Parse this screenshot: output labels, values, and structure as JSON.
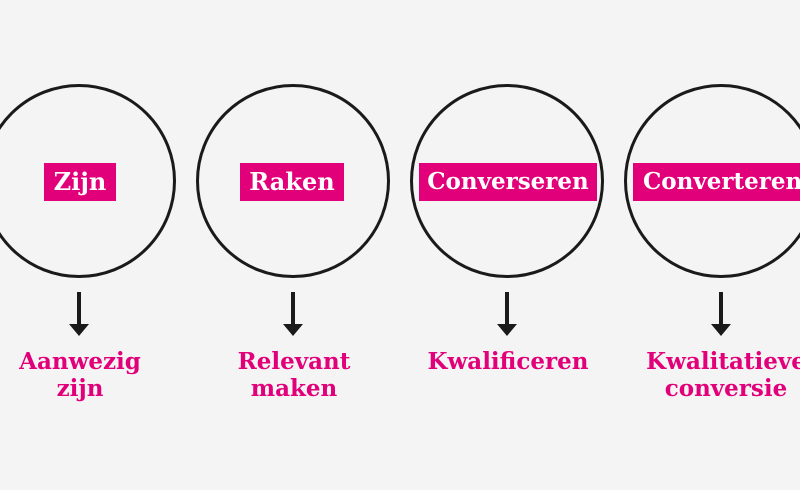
{
  "stages": [
    {
      "tag": "Zijn",
      "result_line1": "Aanwezig",
      "result_line2": "zijn"
    },
    {
      "tag": "Raken",
      "result_line1": "Relevant",
      "result_line2": "maken"
    },
    {
      "tag": "Converseren",
      "result_line1": "Kwalificeren",
      "result_line2": ""
    },
    {
      "tag": "Converteren",
      "result_line1": "Kwalitatieve",
      "result_line2": "conversie"
    }
  ],
  "colors": {
    "accent": "#e2007a",
    "line": "#1a1a1a",
    "background": "#f4f4f4",
    "tag_text": "#ffffff"
  }
}
